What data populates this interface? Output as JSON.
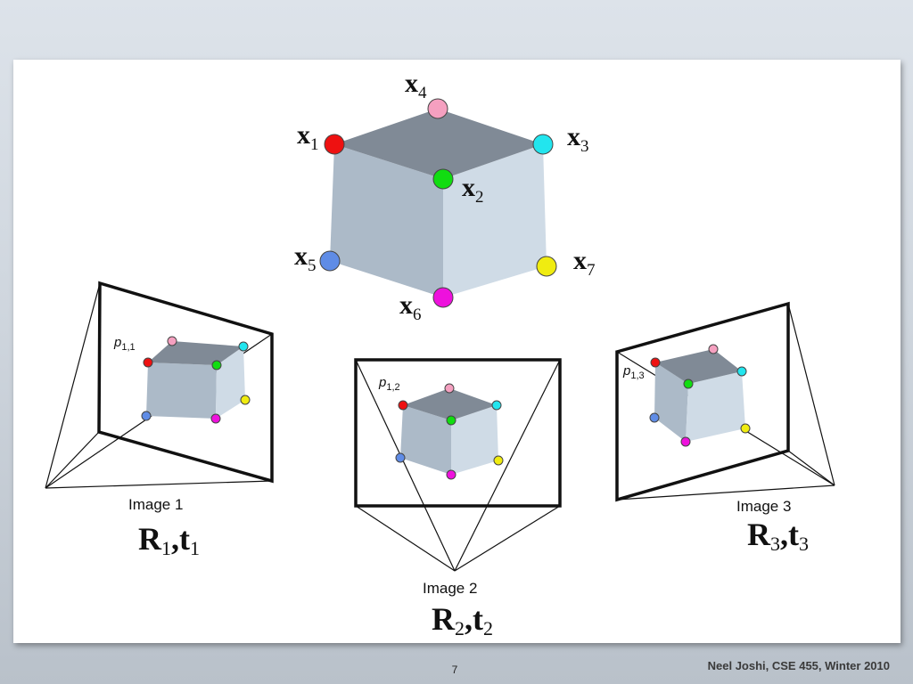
{
  "vertices": [
    {
      "name": "x1",
      "base": "x",
      "sub": "1",
      "color": "#ee1111"
    },
    {
      "name": "x2",
      "base": "x",
      "sub": "2",
      "color": "#11dd11"
    },
    {
      "name": "x3",
      "base": "x",
      "sub": "3",
      "color": "#22e5ee"
    },
    {
      "name": "x4",
      "base": "x",
      "sub": "4",
      "color": "#f5a0c0"
    },
    {
      "name": "x5",
      "base": "x",
      "sub": "5",
      "color": "#5f8ce6"
    },
    {
      "name": "x6",
      "base": "x",
      "sub": "6",
      "color": "#ee11dd"
    },
    {
      "name": "x7",
      "base": "x",
      "sub": "7",
      "color": "#f0ec10"
    }
  ],
  "cameras": [
    {
      "image_label": "Image 1",
      "R": "R",
      "R_sub": "1",
      "t": "t",
      "t_sub": "1",
      "p": "p",
      "p_sub": "1,1"
    },
    {
      "image_label": "Image 2",
      "R": "R",
      "R_sub": "2",
      "t": "t",
      "t_sub": "2",
      "p": "p",
      "p_sub": "1,2"
    },
    {
      "image_label": "Image 3",
      "R": "R",
      "R_sub": "3",
      "t": "t",
      "t_sub": "3",
      "p": "p",
      "p_sub": "1,3"
    }
  ],
  "cube_colors": {
    "top": "#808a96",
    "left": "#acbac8",
    "right": "#cfdbe6"
  },
  "footer": {
    "page_number": "7",
    "credit": "Neel Joshi, CSE 455, Winter 2010"
  }
}
